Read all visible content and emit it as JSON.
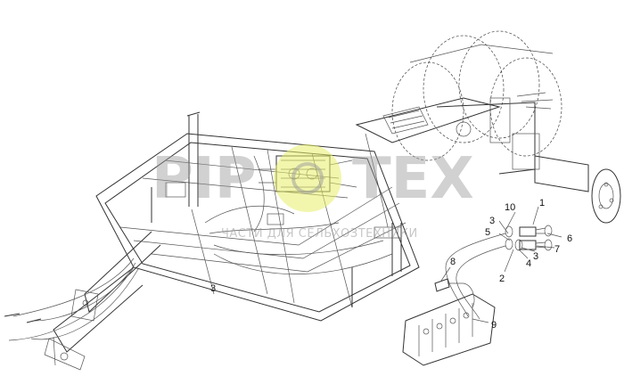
{
  "watermark": {
    "brand_left": "PIP",
    "brand_right": "TEX",
    "tagline": "ЧАСТИ ДЛЯ СЕЛЬХОЗТЕХНИКИ"
  },
  "callouts": {
    "c1": "1",
    "c2": "2",
    "c3a": "3",
    "c3b": "3",
    "c3c": "3",
    "c4": "4",
    "c5": "5",
    "c6": "6",
    "c7": "7",
    "c8": "8",
    "c9": "9",
    "c10": "10"
  }
}
